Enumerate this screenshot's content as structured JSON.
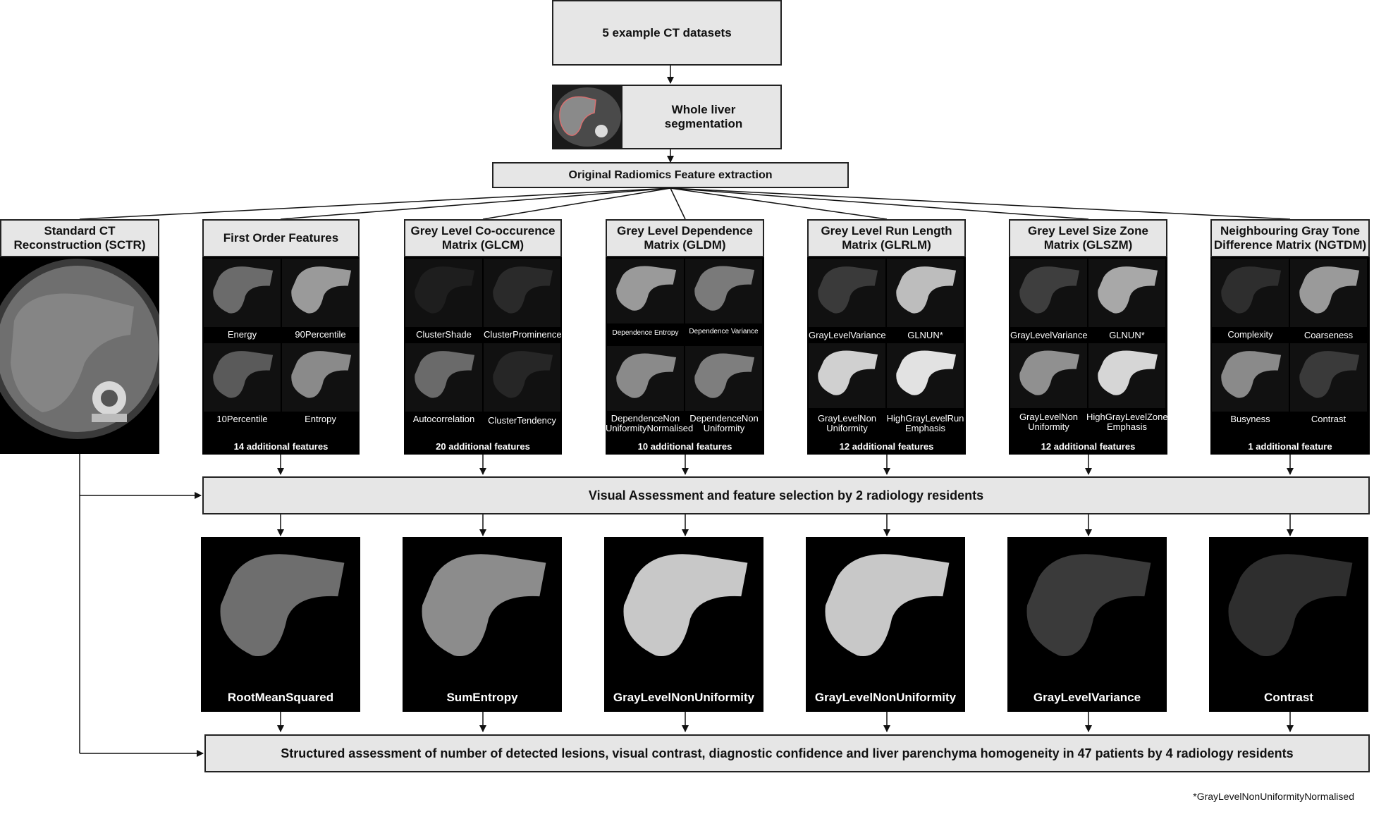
{
  "top": {
    "datasets": "5 example CT datasets",
    "segmentation": "Whole liver segmentation",
    "extraction": "Original Radiomics Feature extraction"
  },
  "sctr": {
    "title": "Standard CT Reconstruction (SCTR)"
  },
  "columns": [
    {
      "title": "First Order Features",
      "thumbs": [
        {
          "label": "Energy",
          "tone": "#6b6b6b"
        },
        {
          "label": "90Percentile",
          "tone": "#9a9a9a"
        },
        {
          "label": "10Percentile",
          "tone": "#5a5a5a"
        },
        {
          "label": "Entropy",
          "tone": "#8a8a8a"
        }
      ],
      "additional": "14 additional features",
      "selected": "RootMeanSquared",
      "selected_tone": "#6e6e6e"
    },
    {
      "title": "Grey Level Co-occurence Matrix (GLCM)",
      "thumbs": [
        {
          "label": "ClusterShade",
          "tone": "#1e1e1e"
        },
        {
          "label": "ClusterProminence",
          "tone": "#2a2a2a"
        },
        {
          "label": "Autocorrelation",
          "tone": "#6a6a6a"
        },
        {
          "label": "ClusterTendency",
          "tone": "#262626"
        }
      ],
      "additional": "20 additional features",
      "selected": "SumEntropy",
      "selected_tone": "#8c8c8c"
    },
    {
      "title": "Grey Level Dependence Matrix (GLDM)",
      "thumbs": [
        {
          "label": "Dependence Entropy",
          "tone": "#9a9a9a"
        },
        {
          "label": "Dependence Variance",
          "tone": "#7a7a7a"
        },
        {
          "label": "DependenceNon UniformityNormalised",
          "tone": "#8a8a8a"
        },
        {
          "label": "DependenceNon Uniformity",
          "tone": "#7e7e7e"
        }
      ],
      "additional": "10 additional features",
      "selected": "GrayLevelNonUniformity",
      "selected_tone": "#c8c8c8"
    },
    {
      "title": "Grey Level Run Length Matrix (GLRLM)",
      "thumbs": [
        {
          "label": "GrayLevelVariance",
          "tone": "#3a3a3a"
        },
        {
          "label": "GLNUN*",
          "tone": "#bdbdbd"
        },
        {
          "label": "GrayLevelNon Uniformity",
          "tone": "#d0d0d0"
        },
        {
          "label": "HighGrayLevelRun Emphasis",
          "tone": "#e2e2e2"
        }
      ],
      "additional": "12 additional features",
      "selected": "GrayLevelNonUniformity",
      "selected_tone": "#c8c8c8"
    },
    {
      "title": "Grey Level Size Zone Matrix (GLSZM)",
      "thumbs": [
        {
          "label": "GrayLevelVariance",
          "tone": "#3e3e3e"
        },
        {
          "label": "GLNUN*",
          "tone": "#a8a8a8"
        },
        {
          "label": "GrayLevelNon Uniformity",
          "tone": "#909090"
        },
        {
          "label": "HighGrayLevelZone Emphasis",
          "tone": "#d6d6d6"
        }
      ],
      "additional": "12 additional features",
      "selected": "GrayLevelVariance",
      "selected_tone": "#3a3a3a"
    },
    {
      "title": "Neighbouring Gray Tone Difference Matrix (NGTDM)",
      "thumbs": [
        {
          "label": "Complexity",
          "tone": "#2e2e2e"
        },
        {
          "label": "Coarseness",
          "tone": "#9a9a9a"
        },
        {
          "label": "Busyness",
          "tone": "#8a8a8a"
        },
        {
          "label": "Contrast",
          "tone": "#3a3a3a"
        }
      ],
      "additional": "1 additional feature",
      "selected": "Contrast",
      "selected_tone": "#2e2e2e"
    }
  ],
  "visual": "Visual Assessment and feature selection by 2 radiology residents",
  "structured": "Structured assessment of number of detected lesions, visual contrast, diagnostic confidence and liver parenchyma homogeneity in 47 patients by 4 radiology residents",
  "footnote": "*GrayLevelNonUniformityNormalised"
}
